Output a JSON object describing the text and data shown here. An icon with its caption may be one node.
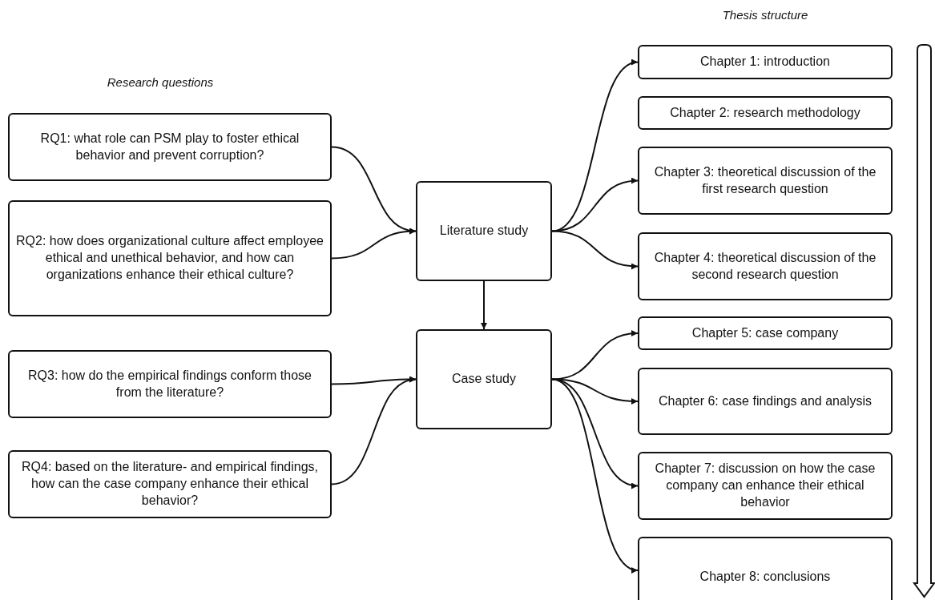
{
  "diagram": {
    "nodes": [
      {
        "text": [
          "RQ1: what role can PSM play to foster ethical behavior and prevent corruption?"
        ]
      },
      {
        "text": [
          "RQ2: how does organizational culture affect employee ethical and unethical behavior, and how can organizations enhance their ethical culture?"
        ]
      },
      {
        "text": [
          "RQ3: how do the empirical findings conform those from the literature?"
        ]
      },
      {
        "text": [
          "RQ4: based on the literature- and empirical findings, how can the case company enhance their ethical behavior?"
        ]
      },
      {
        "text": [
          "Literature study"
        ]
      },
      {
        "text": [
          "Case study"
        ]
      },
      {
        "text": [
          "Chapter 1: introduction"
        ]
      },
      {
        "text": [
          "Chapter 2: research methodology"
        ]
      },
      {
        "text": [
          "Chapter 3: theoretical discussion of the first research question"
        ]
      },
      {
        "text": [
          "Chapter 4: theoretical discussion of the second research question"
        ]
      },
      {
        "text": [
          "Chapter 5: case company"
        ]
      },
      {
        "text": [
          "Chapter 6: case findings and analysis"
        ]
      },
      {
        "text": [
          "Chapter 7: discussion on how the case company can enhance their ethical behavior"
        ]
      },
      {
        "text": [
          "Chapter 8: conclusions"
        ]
      }
    ],
    "edges": [
      {
        "from": 0,
        "to": 4,
        "arrow": "to"
      },
      {
        "from": 1,
        "to": 4,
        "arrow": "to"
      },
      {
        "from": 2,
        "to": 5,
        "arrow": "to"
      },
      {
        "from": 3,
        "to": 5,
        "arrow": "to"
      },
      {
        "from": 4,
        "to": 5,
        "arrow": "to"
      },
      {
        "from": 4,
        "to": 6,
        "arrow": "to"
      },
      {
        "from": 4,
        "to": 8,
        "arrow": "to"
      },
      {
        "from": 4,
        "to": 9,
        "arrow": "to"
      },
      {
        "from": 5,
        "to": 10,
        "arrow": "to"
      },
      {
        "from": 5,
        "to": 11,
        "arrow": "to"
      },
      {
        "from": 5,
        "to": 12,
        "arrow": "to"
      },
      {
        "from": 5,
        "to": 13,
        "arrow": "to"
      }
    ],
    "labels": [
      "Thesis structure",
      "Research questions"
    ]
  }
}
